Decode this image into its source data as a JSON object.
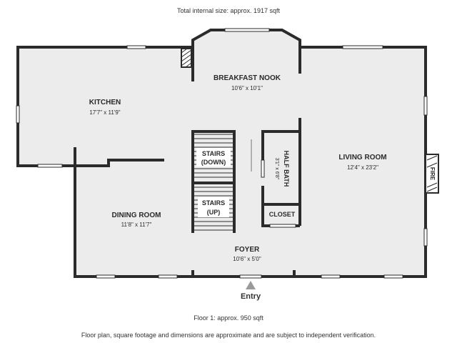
{
  "header": {
    "total_size": "Total internal size: approx. 1917 sqft"
  },
  "footer": {
    "floor_size": "Floor 1: approx. 950 sqft",
    "disclaimer": "Floor plan, square footage and dimensions are approximate and are subject to independent verification."
  },
  "rooms": {
    "breakfast_nook": {
      "name": "BREAKFAST NOOK",
      "dims": "10'6\" x 10'1\""
    },
    "kitchen": {
      "name": "KITCHEN",
      "dims": "17'7\" x 11'9\""
    },
    "living_room": {
      "name": "LIVING ROOM",
      "dims": "12'4\" x 23'2\""
    },
    "dining_room": {
      "name": "DINING ROOM",
      "dims": "11'8\" x 11'7\""
    },
    "foyer": {
      "name": "FOYER",
      "dims": "10'6\" x 5'0\""
    },
    "half_bath": {
      "name": "HALF BATH",
      "dims": "3'1\" x 6'8\""
    },
    "closet": {
      "name": "CLOSET"
    },
    "stairs_down": {
      "line1": "STAIRS",
      "line2": "(DOWN)"
    },
    "stairs_up": {
      "line1": "STAIRS",
      "line2": "(UP)"
    }
  },
  "fireplace_label": "FIRE",
  "entry_label": "Entry",
  "colors": {
    "floor": "#ececec",
    "wall": "#2b2b2b",
    "window": "#ffffff"
  }
}
